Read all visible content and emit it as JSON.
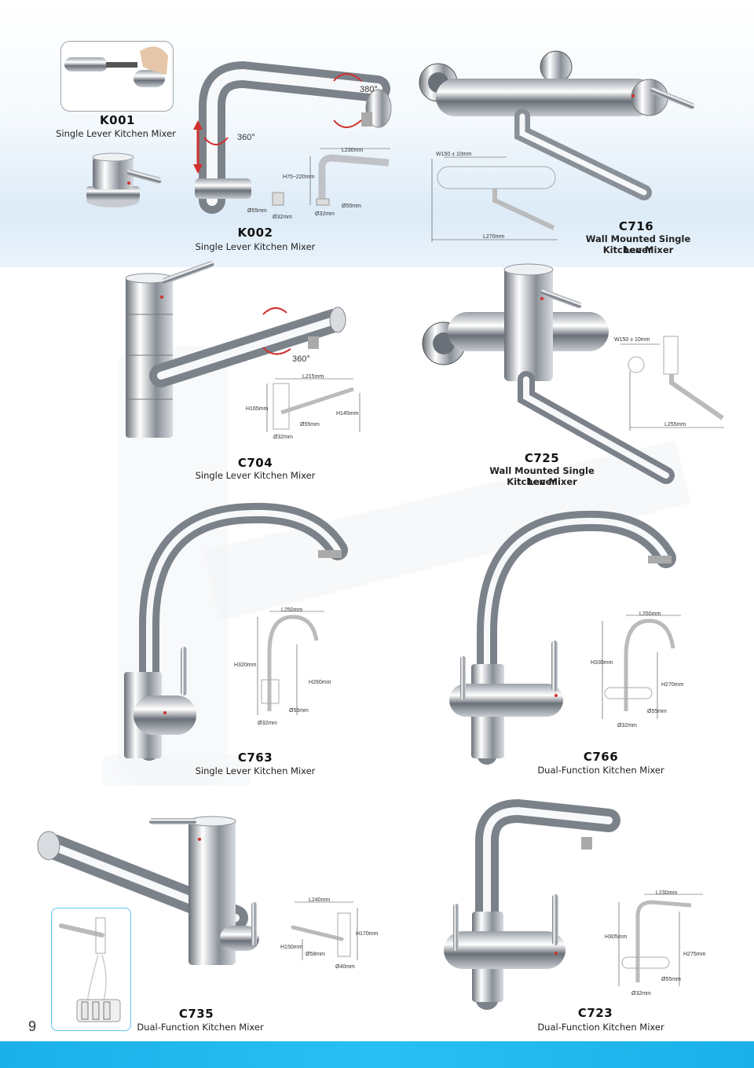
{
  "page": {
    "number": "9"
  },
  "colors": {
    "accent_bar": "#1bb0ea",
    "chrome_dark": "#5a6068",
    "chrome_light": "#f2f4f6",
    "arrow_red": "#d0312d"
  },
  "products": {
    "k001": {
      "code": "K001",
      "desc": "Single Lever Kitchen Mixer"
    },
    "k002": {
      "code": "K002",
      "desc": "Single Lever Kitchen Mixer",
      "rotation_top": "380°",
      "rotation_side": "360°",
      "dims": {
        "length": "L230mm",
        "height": "H75~220mm",
        "base_left": "Ø55mm",
        "hole_left": "Ø32mm",
        "base_right": "Ø55mm",
        "hole_right": "Ø32mm"
      }
    },
    "c716": {
      "code": "C716",
      "desc_line1": "Wall Mounted Single Lever",
      "desc_line2": "Kitchen Mixer",
      "dims": {
        "width": "W150 ± 10mm",
        "length": "L270mm"
      }
    },
    "c704": {
      "code": "C704",
      "desc": "Single Lever Kitchen Mixer",
      "rotation": "360°",
      "dims": {
        "length": "L215mm",
        "height_total": "H165mm",
        "height_spout": "H145mm",
        "base": "Ø55mm",
        "hole": "Ø32mm"
      }
    },
    "c725": {
      "code": "C725",
      "desc_line1": "Wall Mounted Single Lever",
      "desc_line2": "Kitchen Mixer",
      "dims": {
        "width": "W150 ± 10mm",
        "length": "L255mm"
      }
    },
    "c763": {
      "code": "C763",
      "desc": "Single Lever Kitchen Mixer",
      "dims": {
        "length": "L250mm",
        "height_total": "H320mm",
        "height_spout": "H260mm",
        "base": "Ø55mm",
        "hole": "Ø32mm"
      }
    },
    "c766": {
      "code": "C766",
      "desc": "Dual-Function Kitchen Mixer",
      "dims": {
        "length": "L250mm",
        "height_total": "H330mm",
        "height_spout": "H270mm",
        "base": "Ø55mm",
        "hole": "Ø32mm"
      }
    },
    "c735": {
      "code": "C735",
      "desc": "Dual-Function Kitchen Mixer",
      "dims": {
        "length": "L240mm",
        "height_total": "H170mm",
        "height_spout": "H150mm",
        "base": "Ø58mm",
        "hole": "Ø40mm"
      }
    },
    "c723": {
      "code": "C723",
      "desc": "Dual-Function Kitchen Mixer",
      "dims": {
        "length": "L230mm",
        "height_total": "H305mm",
        "height_spout": "H275mm",
        "base": "Ø55mm",
        "hole": "Ø32mm"
      }
    }
  }
}
